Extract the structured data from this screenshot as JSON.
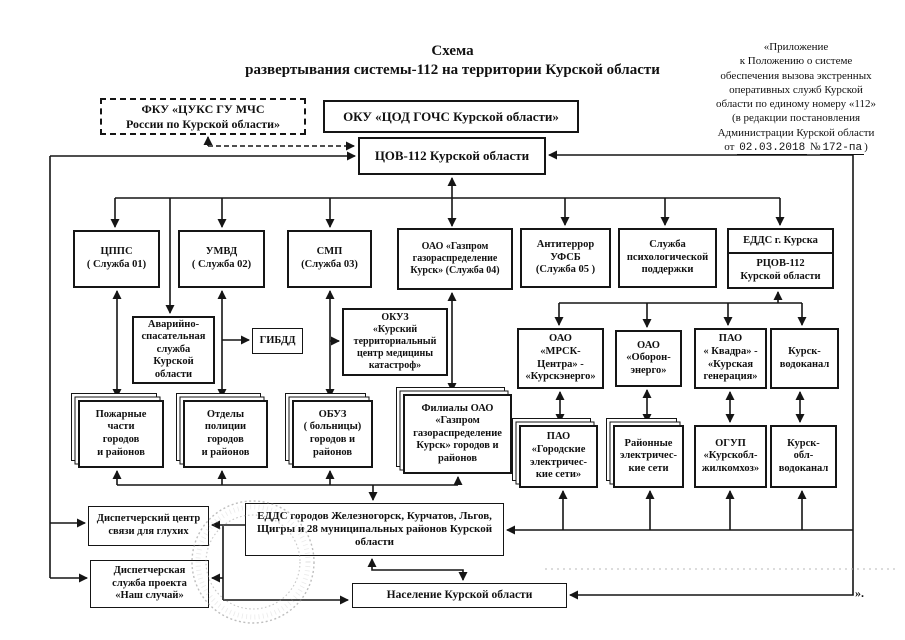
{
  "title": {
    "line1": "Схема",
    "line2": "развертывания системы-112 на территории Курской области"
  },
  "annotation": {
    "line1": "«Приложение",
    "line2": "к Положению о системе",
    "line3": "обеспечения вызова экстренных",
    "line4": "оперативных служб Курской",
    "line5": "области по единому номеру «112»",
    "line6": "(в редакции постановления",
    "line7": "Администрации Курской области",
    "date_prefix": "от",
    "date": "02.03.2018",
    "num_sign": "№",
    "number": "172-па",
    "paren": ")"
  },
  "nodes": {
    "fku": "ФКУ «ЦУКС ГУ МЧС\nРоссии по Курской области»",
    "oku": "ОКУ «ЦОД ГОЧС Курской области»",
    "cov": "ЦОВ-112 Курской области",
    "cpps": "ЦППС\n( Служба 01)",
    "umvd": "УМВД\n( Служба 02)",
    "smp": "СМП\n(Служба 03)",
    "gazprom": "ОАО «Газпром\nгазораспределение\nКурск» (Служба 04)",
    "antiterror": "Антитеррор\nУФСБ\n(Служба 05 )",
    "psych": "Служба\nпсихологической\nподдержки",
    "edds_kursk": "ЕДДС г. Курска",
    "rcov": "РЦОВ-112\nКурской области",
    "avaria": "Аварийно-\nспасательная\nслужба\nКурской\nобласти",
    "gibdd": "ГИБДД",
    "okuz": "ОКУЗ\n«Курский\nтерриториальный\nцентр медицины\nкатастроф»",
    "fire": "Пожарные\nчасти\nгородов\nи районов",
    "police": "Отделы\nполиции\nгородов\nи районов",
    "obuz": "ОБУЗ\n( больницы)\nгородов и\nрайонов",
    "filialy": "Филиалы ОАО\n«Газпром\nгазораспределение\nКурск» городов и\nрайонов",
    "mrsk": "ОАО\n«МРСК-\nЦентра» -\n«Курскэнерго»",
    "oboron": "ОАО\n«Оборон-\nэнерго»",
    "kvadra": "ПАО\n« Квадра» -\n«Курская\nгенерация»",
    "vodokanal": "Курск-\nводоканал",
    "gorseti": "ПАО\n«Городские\nэлектричес-\nкие сети»",
    "rayseti": "Районные\nэлектричес-\nкие сети",
    "ogup": "ОГУП\n«Курскобл-\nжилкомхоз»",
    "oblvodokanal": "Курск-\nобл-\nводоканал",
    "deaf": "Диспетчерский центр\nсвязи для глухих",
    "edds_mun": "ЕДДС городов Железногорск, Курчатов, Льгов,\nЩигры и 28  муниципальных  районов Курской\nобласти",
    "nash": "Диспетчерская\nслужба проекта\n«Наш случай»",
    "naselenie": "Население Курской области"
  },
  "trailing_mark": "»."
}
